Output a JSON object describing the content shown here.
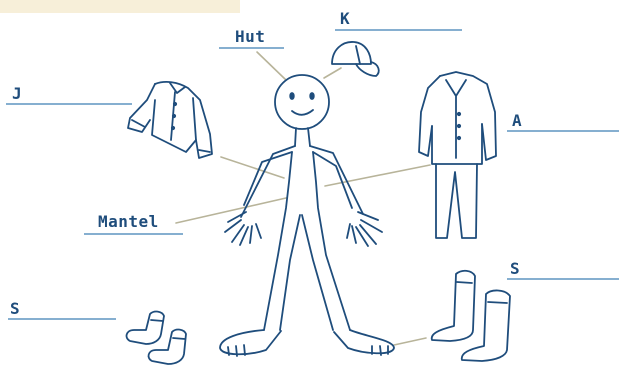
{
  "colors": {
    "ink": "#1f4d7c",
    "line": "#3f7fb3",
    "pointer": "#b8b49a",
    "band": "#f7efd9"
  },
  "labels": {
    "hut": "Hut",
    "k": "K",
    "j": "J",
    "a": "A",
    "mantel": "Mantel",
    "s_boots": "S",
    "s_socks": "S"
  }
}
